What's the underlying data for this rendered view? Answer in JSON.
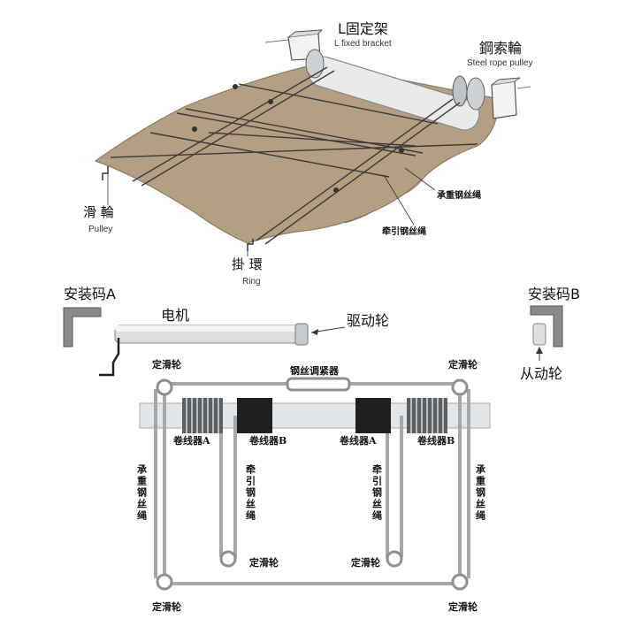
{
  "top": {
    "bracket_cn": "L固定架",
    "bracket_en": "L fixed bracket",
    "rope_pulley_cn": "鋼索輪",
    "rope_pulley_en": "Steel rope pulley",
    "bearing_rope": "承重钢丝绳",
    "traction_rope": "牵引钢丝绳",
    "pulley_cn": "滑 輪",
    "pulley_en": "Pulley",
    "ring_cn": "掛 環",
    "ring_en": "Ring"
  },
  "bottom": {
    "mount_a": "安装码A",
    "mount_b": "安装码B",
    "motor": "电机",
    "drive_wheel": "驱动轮",
    "driven_wheel": "从动轮",
    "fixed_pulley": "定滑轮",
    "tensioner": "钢丝调紧器",
    "winder_a": "卷线器A",
    "winder_b": "卷线器B",
    "bearing_rope_v": "承重钢丝绳",
    "traction_rope_v": "牵引钢丝绳"
  },
  "colors": {
    "fabric": "#b59f82",
    "fabric_edge": "#8c7a62",
    "frame": "#9aa0a6",
    "rope_dark": "#444444"
  }
}
